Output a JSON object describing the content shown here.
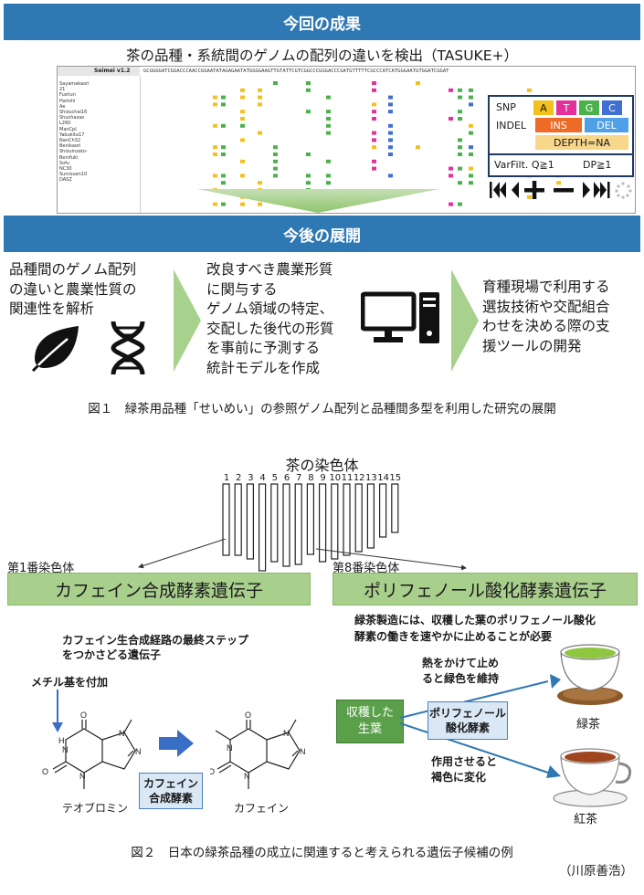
{
  "fig1": {
    "banner1": "今回の成果",
    "subtitle": "茶の品種・系統間のゲノムの配列の違いを検出（TASUKE+）",
    "browser_title": "Seimei v1.2",
    "varieties": [
      "Sayamakaori",
      "21",
      "Fushun",
      "Harishi",
      "Ae",
      "Shizuchai16",
      "Shuchazao",
      "L260",
      "ManCpl",
      "Yabukita17",
      "NanCh32",
      "Benikaori",
      "Shizuinzato-",
      "Benifuki",
      "Sofu",
      "NC30",
      "Sunrouen10",
      "DASZ"
    ],
    "reference_seq": "GCGGGGATCGGACCCAACCGGAATATAGAGAATATGGGGAAGTTGTATTCGTCGGCCCGGGACCCGATGTTTTTCGCCCATCATGGGAATGTGGATCGGAT",
    "legend": {
      "snp_label": "SNP",
      "snp_bases": [
        {
          "text": "A",
          "color": "#f3c11e"
        },
        {
          "text": "T",
          "color": "#e3309a"
        },
        {
          "text": "G",
          "color": "#4bb14b"
        },
        {
          "text": "C",
          "color": "#3f6fd0"
        }
      ],
      "indel_label": "INDEL",
      "ins": "INS",
      "del": "DEL",
      "depth": "DEPTH=NA",
      "filter_q": "VarFilt. Q≧1",
      "filter_dp": "DP≧1"
    },
    "nav_icons": [
      "skip-back-icon",
      "prev-icon",
      "zoom-in-icon",
      "zoom-out-icon",
      "next-icon",
      "skip-forward-icon",
      "loading-icon"
    ],
    "banner2": "今後の展開",
    "step1": [
      "品種間のゲノム配列",
      "の違いと農業性質の",
      "関連性を解析"
    ],
    "step2": [
      "改良すべき農業形質",
      "に関与する",
      "ゲノム領域の特定、",
      "交配した後代の形質",
      "を事前に予測する",
      "統計モデルを作成"
    ],
    "step3": [
      "育種現場で利用する",
      "選抜技術や交配組合",
      "わせを決める際の支",
      "援ツールの開発"
    ],
    "caption": "図１　緑茶用品種「せいめい」の参照ゲノム配列と品種間多型を利用した研究の展開"
  },
  "fig2": {
    "chromosome_title": "茶の染色体",
    "chromosome_numbers": [
      "1",
      "2",
      "3",
      "4",
      "5",
      "6",
      "7",
      "8",
      "9",
      "10",
      "11",
      "12",
      "13",
      "14",
      "15"
    ],
    "chromosome_lengths": [
      78,
      78,
      82,
      95,
      85,
      90,
      88,
      77,
      85,
      82,
      78,
      74,
      70,
      58,
      53
    ],
    "left": {
      "chrom_label": "第1番染色体",
      "gene": "カフェイン合成酵素遺伝子",
      "desc": [
        "カフェイン生合成経路の最終ステップ",
        "をつかさどる遺伝子"
      ],
      "methyl": "メチル基を付加",
      "enzyme": [
        "カフェイン",
        "合成酵素"
      ],
      "from": "テオブロミン",
      "to": "カフェイン"
    },
    "right": {
      "chrom_label": "第8番染色体",
      "gene": "ポリフェノール酸化酵素遺伝子",
      "desc": [
        "緑茶製造には、収穫した葉のポリフェノール酸化",
        "酵素の働きを速やかに止めることが必要"
      ],
      "leaf": [
        "収穫した",
        "生葉"
      ],
      "enzyme": [
        "ポリフェノール",
        "酸化酵素"
      ],
      "heat": [
        "熱をかけて止め",
        "ると緑色を維持"
      ],
      "act": [
        "作用させると",
        "褐色に変化"
      ],
      "green_tea": "緑茶",
      "black_tea": "紅茶"
    },
    "caption": "図２　日本の緑茶品種の成立に関連すると考えられる遺伝子候補の例",
    "author": "（川原善浩）"
  }
}
